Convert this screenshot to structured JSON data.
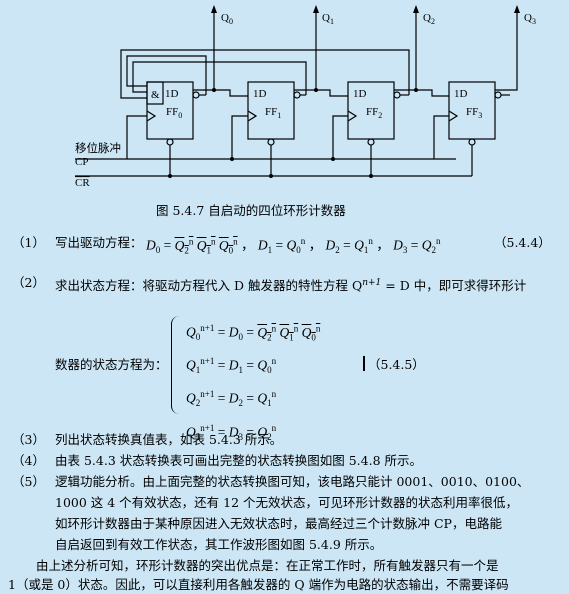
{
  "diagram": {
    "outputs": [
      "Q0",
      "Q1",
      "Q2",
      "Q3"
    ],
    "ff_labels": [
      "FF0",
      "FF1",
      "FF2",
      "FF3"
    ],
    "input_label": "1D",
    "and_gate_label": "&",
    "shift_label": "移位脉冲",
    "cp_label": "CP",
    "cr_label": "CR"
  },
  "figure_caption": "图 5.4.7   自启动的四位环形计数器",
  "steps": {
    "s1": {
      "num": "（1）",
      "title": "写出驱动方程：",
      "eq_ref": "（5.4.4）"
    },
    "s2": {
      "num": "（2）",
      "text": "求出状态方程：将驱动方程代入 D 触发器的特性方程 Q",
      "text_end": " = D 中，即可求得环形计",
      "text2": "数器的状态方程为：",
      "eq_ref": "（5.4.5）"
    },
    "s3": {
      "num": "（3）",
      "text": "列出状态转换真值表，如表 5.4.3 所示。"
    },
    "s4": {
      "num": "（4）",
      "text": "由表 5.4.3 状态转换表可画出完整的状态转换图如图 5.4.8 所示。"
    },
    "s5": {
      "num": "（5）",
      "lines": [
        "逻辑功能分析。由上面完整的状态转换图可知，该电路只能计 0001、0010、0100、",
        "1000 这 4 个有效状态，还有 12 个无效状态，可见环形计数器的状态利用率很低，",
        "如环形计数器由于某种原因进入无效状态时，最高经过三个计数脉冲 CP，电路能",
        "自启返回到有效工作状态，其工作波形图如图 5.4.9 所示。"
      ]
    },
    "conclusion": [
      "由上述分析可知，环形计数器的突出优点是：在正常工作时，所有触发器只有一个是",
      "1（或是 0）状态。因此，可以直接利用各触发器的 Q 端作为电路的状态输出，不需要译码"
    ]
  }
}
